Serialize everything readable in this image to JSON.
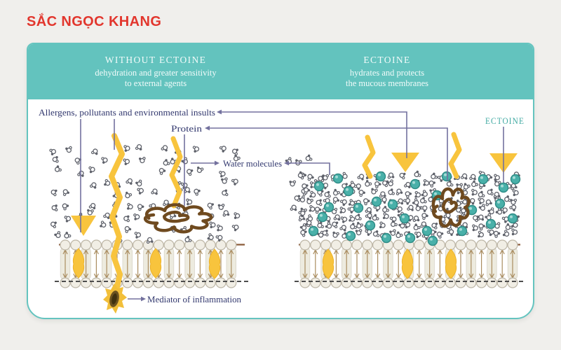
{
  "brand": {
    "name": "SẮC NGỌC KHANG"
  },
  "header": {
    "left": {
      "title": "WITHOUT ECTOINE",
      "line1": "dehydration and greater sensitivity",
      "line2": "to external agents"
    },
    "right": {
      "title": "ECTOINE",
      "line1": "hydrates and protects",
      "line2": "the mucous membranes"
    }
  },
  "annotations": {
    "allergens": "Allergens, pollutants and environmental insults",
    "protein": "Protein",
    "water_molecules": "Water molecules",
    "ectoine": "ECTOINE",
    "mediator": "Mediator of inflammation"
  },
  "colors": {
    "header_teal": "#63c3be",
    "accent_yellow": "#f8c43d",
    "ectoine_teal": "#3fa9a2",
    "label_navy": "#32386e",
    "brand_red": "#e2362d"
  }
}
